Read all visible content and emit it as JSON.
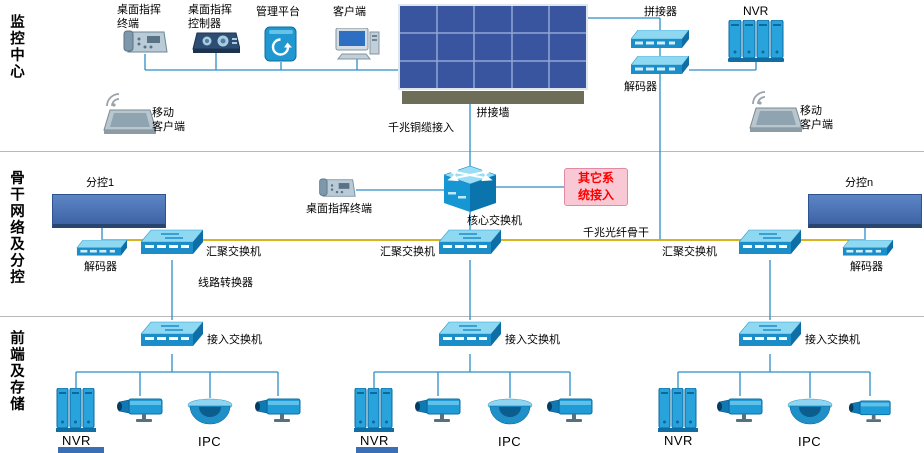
{
  "zone_labels": {
    "monitoring_center": "监控中心",
    "backbone_network": "骨干网络及分控",
    "frontend_storage": "前端及存储"
  },
  "monitoring_center": {
    "desktop_command_terminal": "桌面指挥\n终端",
    "desktop_command_controller": "桌面指挥\n控制器",
    "management_platform": "管理平台",
    "client_terminal": "客户端",
    "video_wall": "拼接墙",
    "splicer": "拼接器",
    "nvr": "NVR",
    "decoder": "解码器",
    "mobile_client_left": "移动\n客户端",
    "mobile_client_right": "移动\n客户端",
    "copper_access_link": "千兆铜缆接入"
  },
  "backbone_network": {
    "subcontrol_1": "分控1",
    "subcontrol_n": "分控n",
    "decoder_left": "解码器",
    "decoder_right": "解码器",
    "desktop_command_terminal": "桌面指挥终端",
    "core_switch": "核心交换机",
    "other_system_access": "其它系\n统接入",
    "fiber_backbone_link": "千兆光纤骨干",
    "aggregation_switch_left": "汇聚交换机",
    "aggregation_switch_middle": "汇聚交换机",
    "aggregation_switch_right": "汇聚交换机",
    "line_converter": "线路转换器"
  },
  "frontend_storage": {
    "access_switch_left": "接入交换机",
    "access_switch_middle": "接入交换机",
    "access_switch_right": "接入交换机",
    "nvr_left": "NVR",
    "nvr_middle": "NVR",
    "nvr_right": "NVR",
    "ipc_left": "IPC",
    "ipc_middle": "IPC",
    "ipc_right": "IPC"
  },
  "colors": {
    "wire": "#2B8FC6",
    "backbone_wire": "#D1A800",
    "device_primary": "#1E9AD6",
    "device_top": "#8FD8F2",
    "device_dark": "#0F6EA6",
    "wall_screen": "#3A55A0",
    "wall_grid": "#8FA6D4",
    "wall_base": "#6E6E58",
    "subcontrol_screen": "#4A73B8",
    "alert_bg": "#F8C8D4",
    "alert_text": "#FF0000"
  }
}
